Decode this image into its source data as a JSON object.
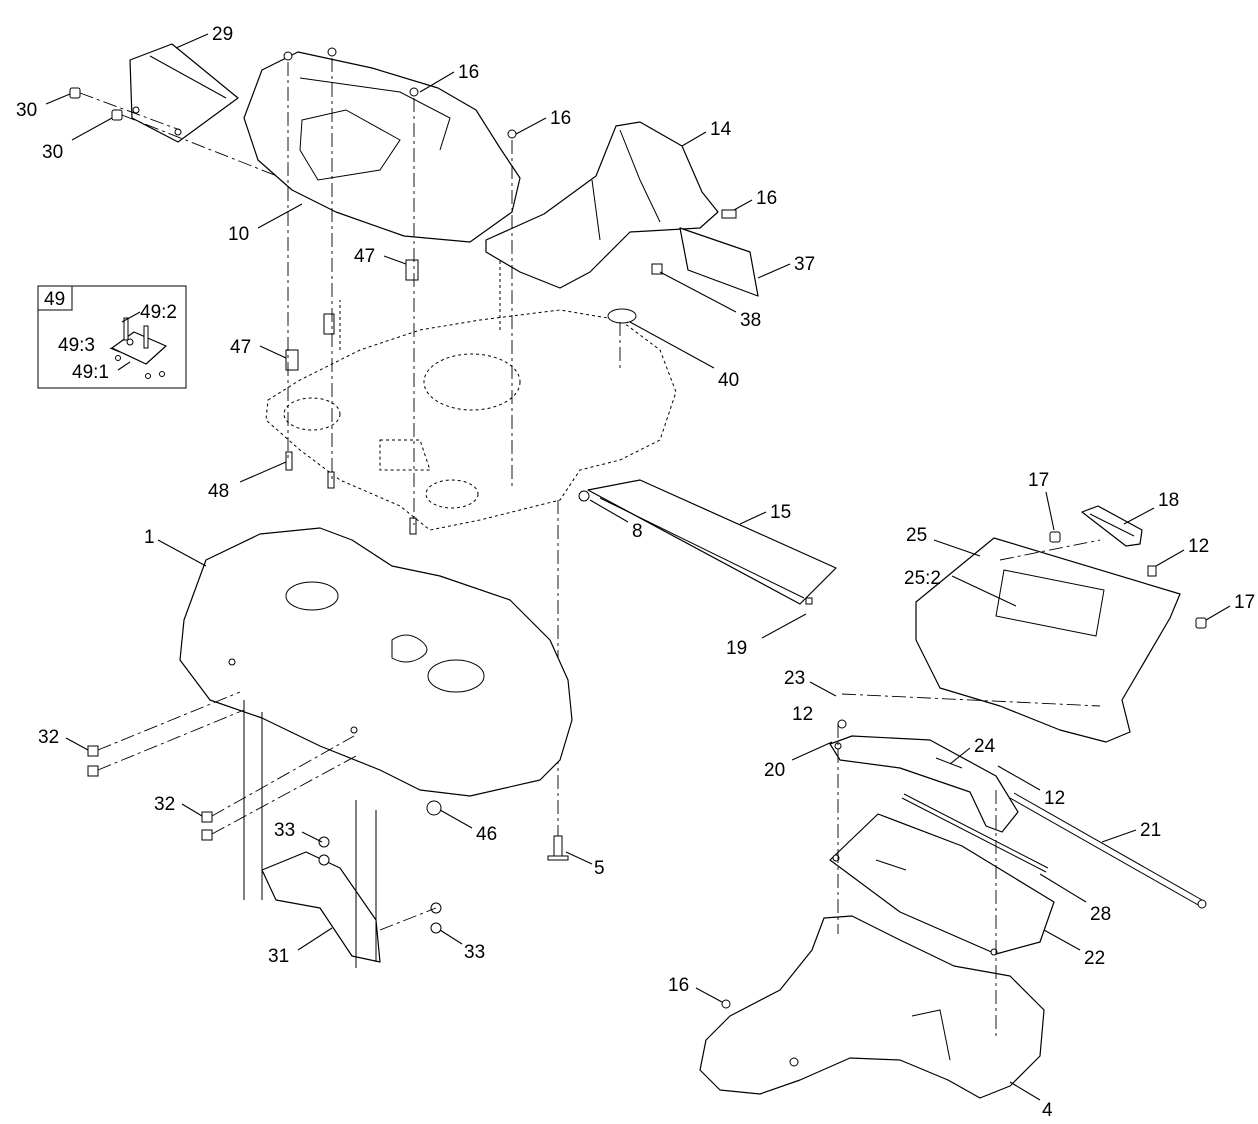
{
  "diagram": {
    "inset": {
      "title": "49",
      "labels": [
        "49:2",
        "49:3",
        "49:1"
      ]
    },
    "callouts": [
      "29",
      "30",
      "30",
      "16",
      "16",
      "10",
      "14",
      "16",
      "37",
      "38",
      "40",
      "47",
      "47",
      "48",
      "1",
      "8",
      "15",
      "19",
      "17",
      "18",
      "25",
      "12",
      "25:2",
      "17",
      "23",
      "12",
      "24",
      "20",
      "12",
      "21",
      "28",
      "22",
      "16",
      "4",
      "32",
      "32",
      "33",
      "33",
      "31",
      "46",
      "5"
    ]
  }
}
